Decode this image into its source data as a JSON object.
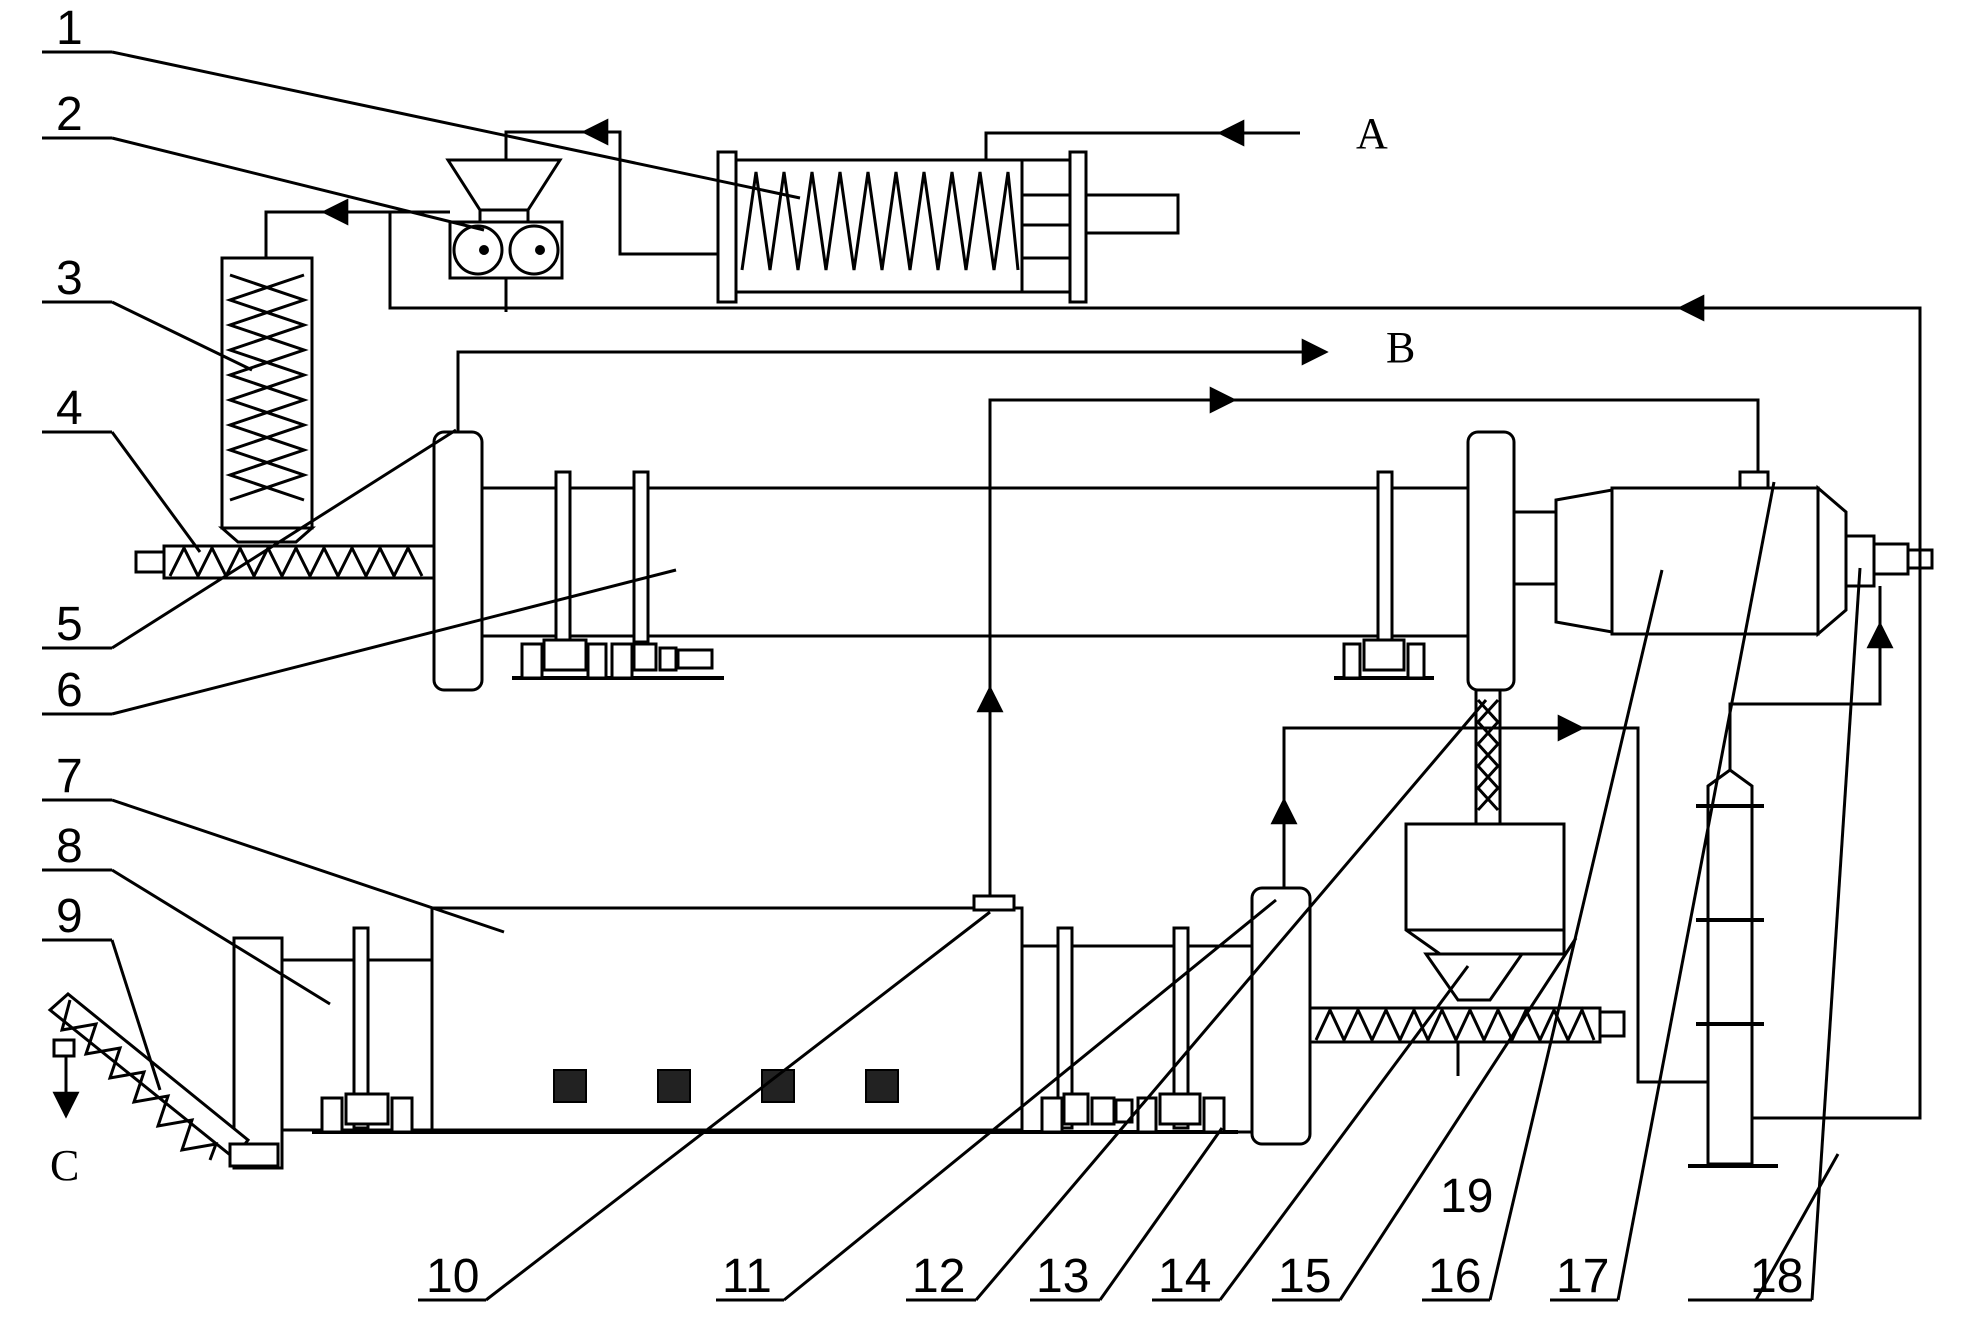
{
  "labels": {
    "n1": "1",
    "n2": "2",
    "n3": "3",
    "n4": "4",
    "n5": "5",
    "n6": "6",
    "n7": "7",
    "n8": "8",
    "n9": "9",
    "n10": "10",
    "n11": "11",
    "n12": "12",
    "n13": "13",
    "n14": "14",
    "n15": "15",
    "n16": "16",
    "n17": "17",
    "n18": "18",
    "n19": "19"
  },
  "streams": {
    "A": "A",
    "B": "B",
    "C": "C"
  }
}
